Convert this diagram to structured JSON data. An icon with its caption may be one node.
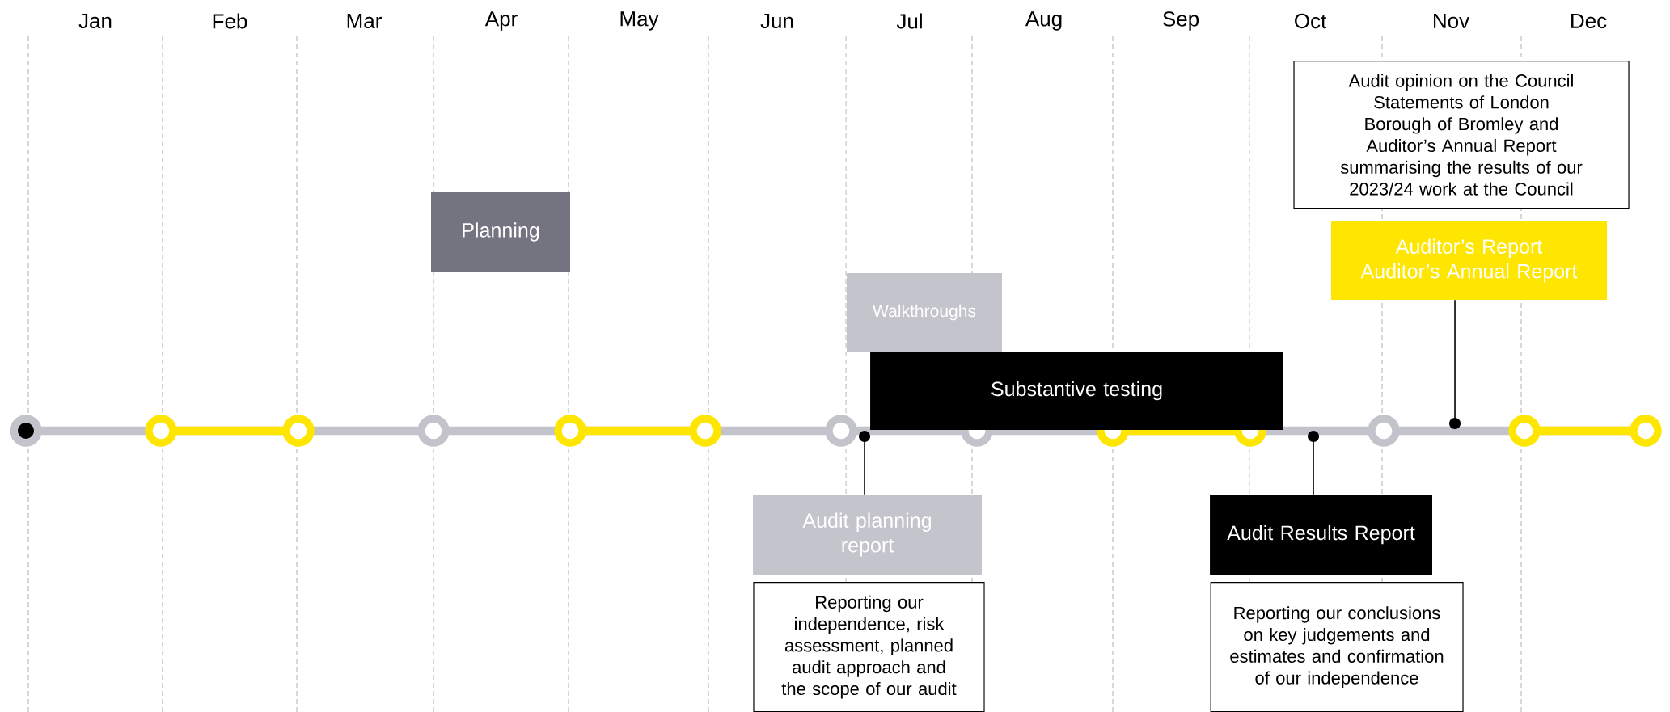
{
  "diagram": {
    "nodes": [
      {
        "text": [
          "Audit opinion on the Council Statements of London Borough of Bromley and Auditor’s Annual Report summarising the results of our 2023/24 work at the Council"
        ]
      },
      {
        "text": [
          "Planning"
        ]
      },
      {
        "text": [
          "Auditor’s Report",
          "Auditor’s Annual Report"
        ]
      },
      {
        "text": [
          "Walkthroughs"
        ]
      },
      {
        "text": [
          "Substantive testing"
        ]
      },
      {
        "text": [],
        "shape": "circle"
      },
      {
        "text": [],
        "shape": "circle"
      },
      {
        "text": [],
        "shape": "circle"
      },
      {
        "text": [
          "Audit planning report"
        ]
      },
      {
        "text": [
          "Reporting our independence, risk assessment, planned audit approach and the scope of our audit"
        ]
      },
      {
        "text": [
          "Audit Results Report"
        ]
      },
      {
        "text": [
          "Reporting our conclusions on key judgements and estimates and confirmation of our independence"
        ]
      }
    ],
    "edges": [
      {
        "from": 8,
        "to": 5,
        "arrow": "none"
      },
      {
        "from": 10,
        "to": 6,
        "arrow": "none"
      },
      {
        "from": 2,
        "to": 7,
        "arrow": "none"
      }
    ],
    "labels": [
      "Jan",
      "Feb",
      "Mar",
      "Apr",
      "May",
      "Jun",
      "Jul",
      "Aug",
      "Sep",
      "Oct",
      "Nov",
      "Dec"
    ]
  }
}
